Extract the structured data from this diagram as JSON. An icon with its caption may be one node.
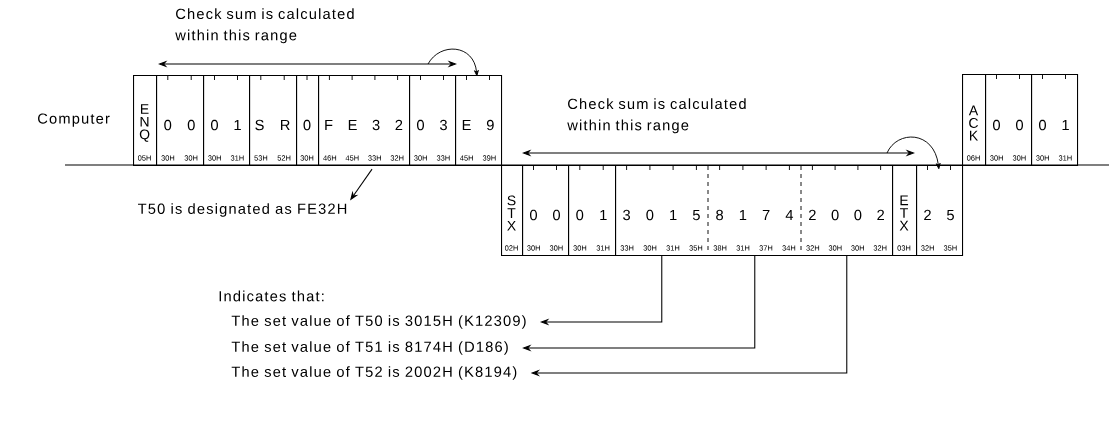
{
  "diagram": {
    "nodes": [
      {
        "text": [
          "E N Q",
          "05H"
        ]
      },
      {
        "text": [
          "0 0",
          "30H 30H"
        ]
      },
      {
        "text": [
          "0 1",
          "30H 31H"
        ]
      },
      {
        "text": [
          "S R",
          "53H 52H"
        ]
      },
      {
        "text": [
          "0",
          "30H"
        ]
      },
      {
        "text": [
          "F E 3 2",
          "46H 45H 33H 32H"
        ]
      },
      {
        "text": [
          "0 3",
          "30H 33H"
        ]
      },
      {
        "text": [
          "E 9",
          "45H 39H"
        ]
      },
      {
        "text": [
          "T50 is designated as FE32H"
        ]
      },
      {
        "text": [
          "S T X",
          "02H"
        ]
      },
      {
        "text": [
          "0 0",
          "30H 30H"
        ]
      },
      {
        "text": [
          "0 1",
          "30H 31H"
        ]
      },
      {
        "text": [],
        "shape": "box"
      },
      {
        "text": [
          "3 0 1 5",
          "33H 30H 31H 35H"
        ],
        "in": 12
      },
      {
        "text": [
          "8 1 7 4",
          "38H 31H 37H 34H"
        ],
        "in": 12
      },
      {
        "text": [
          "2 0 0 2",
          "32H 30H 30H 32H"
        ],
        "in": 12
      },
      {
        "text": [
          "E T X",
          "03H"
        ]
      },
      {
        "text": [
          "2 5",
          "32H 35H"
        ]
      },
      {
        "text": [
          "A C K",
          "06H"
        ]
      },
      {
        "text": [
          "0 0",
          "30H 30H"
        ]
      },
      {
        "text": [
          "0 1",
          "30H 31H"
        ]
      },
      {
        "text": [
          "The set value of T50 is 3015H (K12309)"
        ]
      },
      {
        "text": [
          "The set value of T51 is 8174H (D186)"
        ]
      },
      {
        "text": [
          "The set value of T52 is 2002H (K8194)"
        ]
      }
    ],
    "edges": [
      {
        "from": 5,
        "to": 8,
        "arrow": "to"
      },
      {
        "from": 13,
        "to": 21,
        "arrow": "to"
      },
      {
        "from": 14,
        "to": 22,
        "arrow": "to"
      },
      {
        "from": 15,
        "to": 23,
        "arrow": "to"
      }
    ],
    "labels": [
      "Check sum is calculated within this range",
      "Computer",
      "Check sum is calculated within this range",
      "Indicates that:"
    ]
  }
}
